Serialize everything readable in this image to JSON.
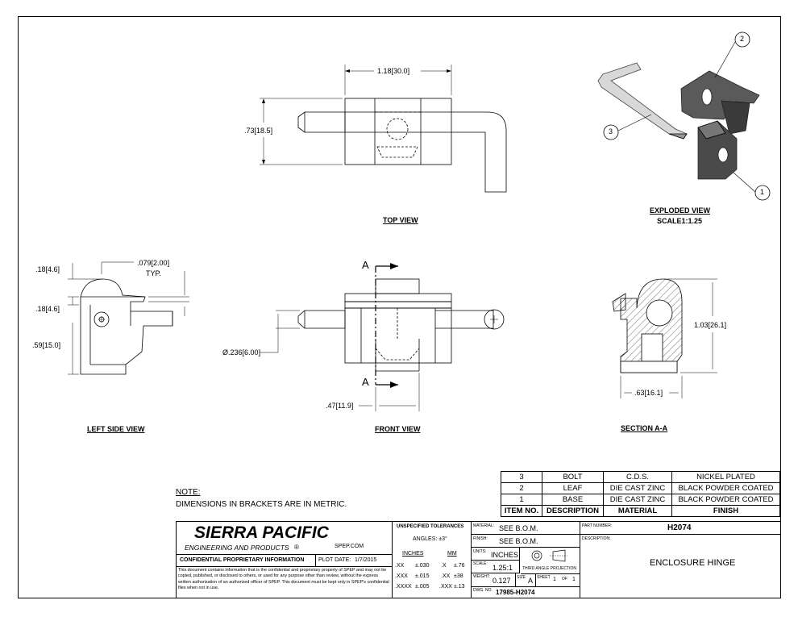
{
  "views": {
    "top": "TOP VIEW",
    "exploded": "EXPLODED VIEW",
    "exploded_scale": "SCALE1:1.25",
    "left_side": "LEFT SIDE VIEW",
    "front": "FRONT VIEW",
    "section": "SECTION A-A"
  },
  "dimensions": {
    "top_width": "1.18",
    "top_width_mm": "30.0",
    "top_height": ".73",
    "top_height_mm": "18.5",
    "ls_top": ".18",
    "ls_top_mm": "4.6",
    "ls_mid": ".18",
    "ls_mid_mm": "4.6",
    "ls_bottom": ".59",
    "ls_bottom_mm": "15.0",
    "ls_gap": ".079",
    "ls_gap_mm": "2.00",
    "ls_typ": "TYP.",
    "front_dia": "Ø.236",
    "front_dia_mm": "6.00",
    "front_offset": ".47",
    "front_offset_mm": "11.9",
    "sec_height": "1.03",
    "sec_height_mm": "26.1",
    "sec_width": ".63",
    "sec_width_mm": "16.1",
    "section_mark": "A"
  },
  "balloons": [
    "1",
    "2",
    "3"
  ],
  "note": {
    "title": "NOTE:",
    "text": "DIMENSIONS IN BRACKETS ARE IN METRIC."
  },
  "bom": {
    "headers": [
      "ITEM NO.",
      "DESCRIPTION",
      "MATERIAL",
      "FINISH"
    ],
    "rows": [
      [
        "3",
        "BOLT",
        "C.D.S.",
        "NICKEL PLATED"
      ],
      [
        "2",
        "LEAF",
        "DIE CAST ZINC",
        "BLACK POWDER COATED"
      ],
      [
        "1",
        "BASE",
        "DIE CAST ZINC",
        "BLACK POWDER COATED"
      ]
    ]
  },
  "title_block": {
    "company": "SIERRA PACIFIC",
    "company_sub": "ENGINEERING AND PRODUCTS",
    "registered": "®",
    "website": "SPEP.COM",
    "confidential": "CONFIDENTIAL PROPRIETARY INFORMATION",
    "plot_date_label": "PLOT DATE:",
    "plot_date": "1/7/2015",
    "disclaimer": "This document contains information that is the confidential and proprietary property of SPEP and may not be copied, published, or disclosed to others, or used for any purpose other than review, without the express written authorization of an authorized officer of SPEP. This document must be kept only in SPEP's confidential files when not in use.",
    "tol_title": "UNSPECIFIED TOLERANCES",
    "angles": "ANGLES: ±3°",
    "inches_hdr": "INCHES",
    "mm_hdr": "MM",
    "tol_rows": [
      [
        ".XX",
        "±.030",
        ".X",
        "±.76"
      ],
      [
        ".XXX",
        "±.015",
        ".XX",
        "±38"
      ],
      [
        ".XXXX",
        "±.005",
        ".XXX",
        "±.13"
      ]
    ],
    "material_label": "MATERIAL:",
    "material": "SEE B.O.M.",
    "finish_label": "FINISH:",
    "finish": "SEE B.O.M.",
    "units_label": "UNITS:",
    "units": "INCHES",
    "scale_label": "SCALE:",
    "scale": "1.25:1",
    "projection": "THIRD ANGLE PROJECTION",
    "weight_label": "WEIGHT:",
    "weight": "0.127",
    "size_label": "SIZE",
    "size": "A",
    "sheet_label": "SHEET",
    "sheet": "1",
    "of_label": "OF",
    "sheet_total": "1",
    "dwg_label": "DWG. NO.",
    "dwg": "17985-H2074",
    "part_label": "PART NUMBER:",
    "part": "H2074",
    "desc_label": "DESCRIPTION:",
    "description": "ENCLOSURE HINGE"
  }
}
